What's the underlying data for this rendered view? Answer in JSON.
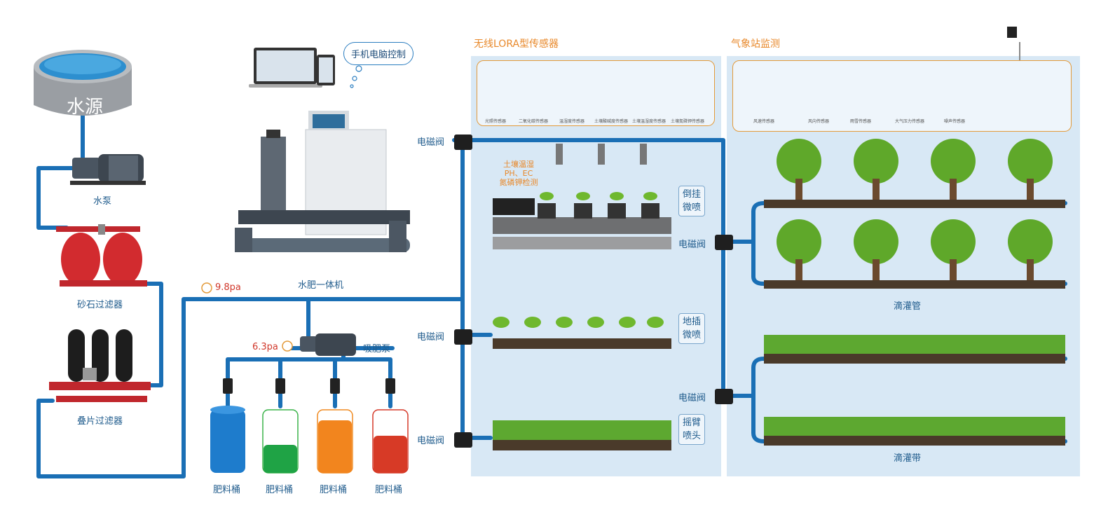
{
  "labels": {
    "water_source": "水源",
    "pump": "水泵",
    "sand_filter": "砂石过滤器",
    "disc_filter": "叠片过滤器",
    "fert_machine": "水肥一体机",
    "suction_pump": "吸肥泵",
    "pressure_main": "9.8pa",
    "pressure_sub": "6.3pa",
    "control": "手机电脑控制",
    "fert_tank": "肥料桶",
    "valve": "电磁阀",
    "lora_title": "无线LORA型传感器",
    "weather_title": "气象站监测",
    "soil_sensor_note": [
      "土壤温湿",
      "PH、EC",
      "氮磷钾检测"
    ],
    "hanging_spray": [
      "倒挂",
      "微喷"
    ],
    "ground_spray": [
      "地插",
      "微喷"
    ],
    "rocker_spray": [
      "摇臂",
      "喷头"
    ],
    "drip_pipe": "滴灌管",
    "drip_tape": "滴灌带"
  },
  "lora_sensors": [
    "光照传感器",
    "二氧化碳传感器",
    "温湿度传感器",
    "土壤酸碱度传感器",
    "土壤温湿度传感器",
    "土壤氮磷钾传感器"
  ],
  "weather_sensors": [
    "风速传感器",
    "风向传感器",
    "雨雪传感器",
    "大气压力传感器",
    "噪声传感器"
  ],
  "colors": {
    "pipe": "#1a6fb5",
    "zone": "#d8e8f5",
    "accent": "#e39a3a",
    "label": "#1f5b8c",
    "pressure": "#d0372a"
  }
}
